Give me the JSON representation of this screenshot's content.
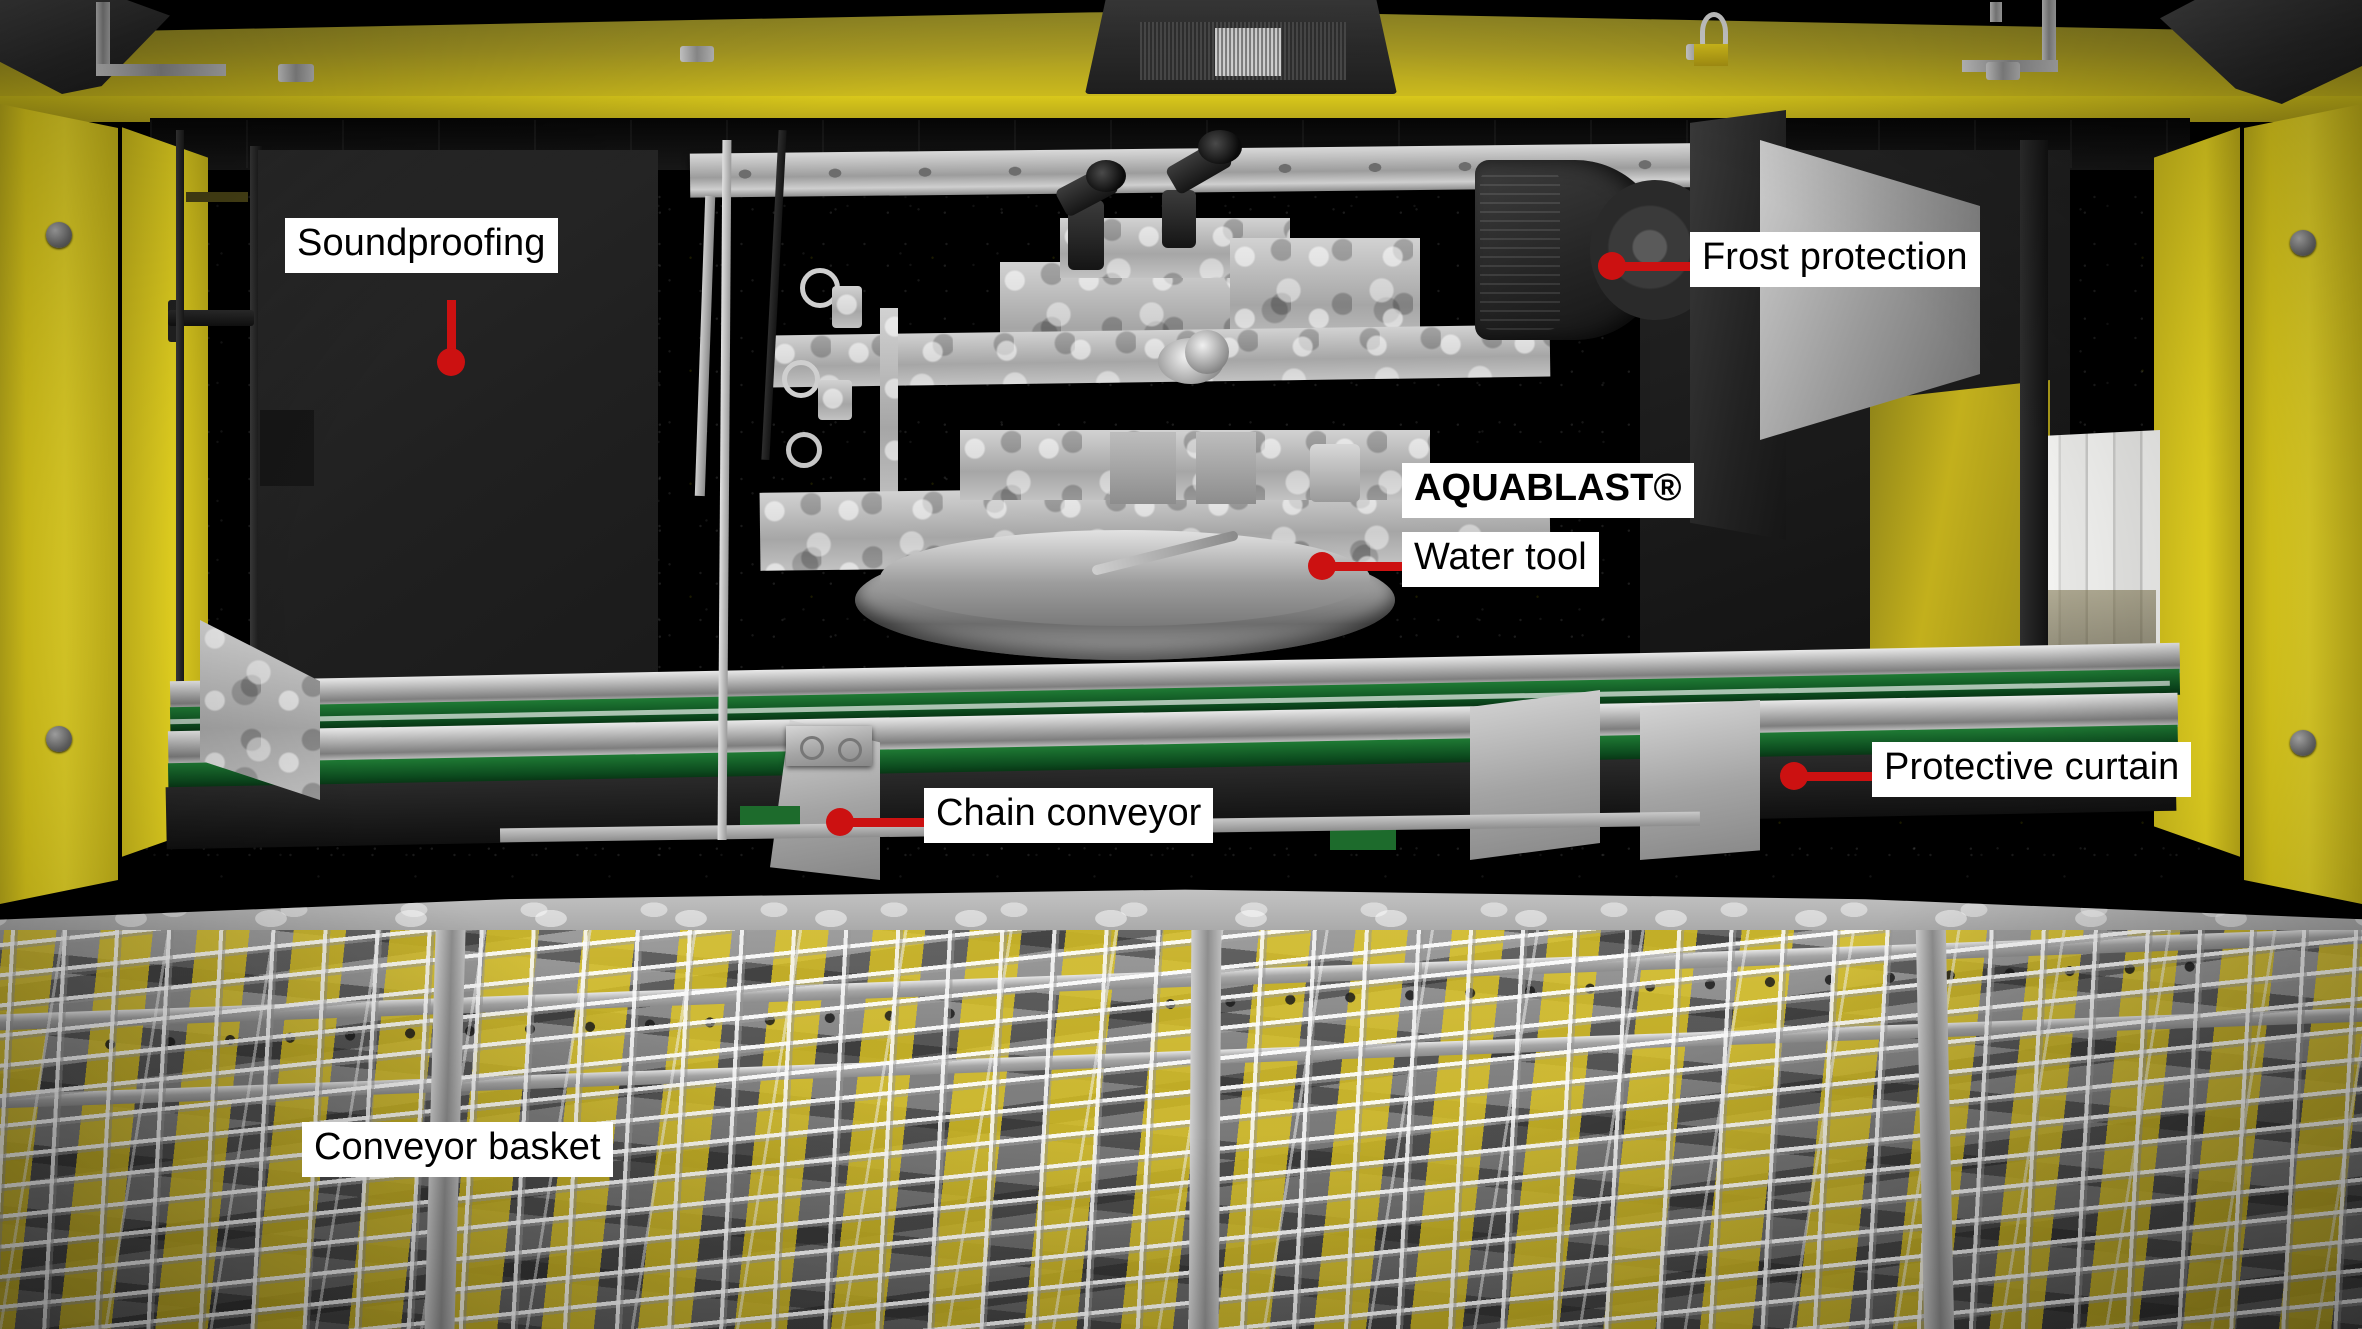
{
  "scene": {
    "title": "AQUABLAST cleaning machine annotated cutaway",
    "accent_red": "#cc1111",
    "machine_yellow": "#ecd81d",
    "conveyor_green": "#1f7a34"
  },
  "callouts": [
    {
      "id": "soundproofing",
      "label": "Soundproofing",
      "marker": "red-dot",
      "leader": "vertical",
      "icon": "callout-dot-icon"
    },
    {
      "id": "frost-protection",
      "label": "Frost protection",
      "marker": "red-dot",
      "leader": "horizontal",
      "icon": "callout-dot-icon"
    },
    {
      "id": "aquablast-water-tool",
      "label_line1": "AQUABLAST®",
      "label_line2": "Water tool",
      "marker": "red-dot",
      "leader": "horizontal",
      "icon": "callout-dot-icon"
    },
    {
      "id": "protective-curtain",
      "label": "Protective curtain",
      "marker": "red-dot",
      "leader": "horizontal",
      "icon": "callout-dot-icon"
    },
    {
      "id": "chain-conveyor",
      "label": "Chain conveyor",
      "marker": "red-dot",
      "leader": "horizontal",
      "icon": "callout-dot-icon"
    },
    {
      "id": "conveyor-basket",
      "label": "Conveyor basket",
      "marker": "none",
      "leader": "none",
      "icon": "callout-plain-icon"
    }
  ]
}
